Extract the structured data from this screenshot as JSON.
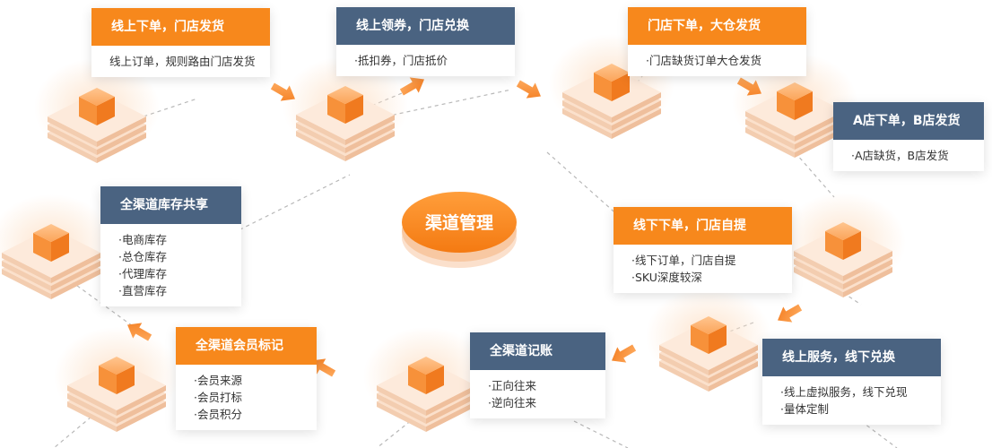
{
  "center": {
    "label": "渠道管理"
  },
  "cards": [
    {
      "id": "c1",
      "title": "线上下单，门店发货",
      "theme": "orange",
      "items": [
        "线上订单，规则路由门店发货"
      ]
    },
    {
      "id": "c2",
      "title": "线上领券，门店兑换",
      "theme": "blue",
      "items": [
        "·抵扣券，门店抵价"
      ]
    },
    {
      "id": "c3",
      "title": "门店下单，大仓发货",
      "theme": "orange",
      "items": [
        "·门店缺货订单大仓发货"
      ]
    },
    {
      "id": "c4",
      "title": "A店下单，B店发货",
      "theme": "blue",
      "items": [
        "·A店缺货，B店发货"
      ]
    },
    {
      "id": "c5",
      "title": "全渠道库存共享",
      "theme": "blue",
      "items": [
        "·电商库存",
        "·总仓库存",
        "·代理库存",
        "·直营库存"
      ]
    },
    {
      "id": "c6",
      "title": "线下下单，门店自提",
      "theme": "orange",
      "items": [
        "·线下订单，门店自提",
        "·SKU深度较深"
      ]
    },
    {
      "id": "c7",
      "title": "全渠道会员标记",
      "theme": "orange",
      "items": [
        "·会员来源",
        "·会员打标",
        "·会员积分"
      ]
    },
    {
      "id": "c8",
      "title": "全渠道记账",
      "theme": "blue",
      "items": [
        "·正向往来",
        "·逆向往来"
      ]
    },
    {
      "id": "c9",
      "title": "线上服务，线下兑换",
      "theme": "blue",
      "items": [
        "·线上虚拟服务，线下兑现",
        "·量体定制"
      ]
    }
  ],
  "colors": {
    "orange": "#f7881c",
    "blue": "#4a6381",
    "platform": "#fbe3d2",
    "cube": "#f9a04d"
  },
  "icons": [
    "cube-platform-icon",
    "flow-arrow-icon"
  ]
}
